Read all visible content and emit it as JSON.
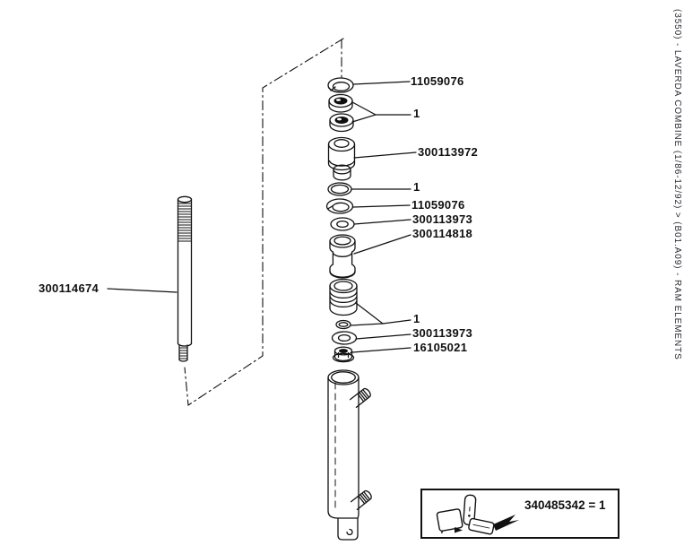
{
  "page": {
    "background_color": "#ffffff",
    "ink_color": "#111111"
  },
  "sidebar": {
    "breadcrumb": "(3550) - LAVERDA COMBINE (1/86-12/92) > (B01.A09) - RAM ELEMENTS"
  },
  "diagram": {
    "part_labels": {
      "lock_washer_top": "11059076",
      "seal_cups_qty": "1",
      "gland": "300113972",
      "oring_qty": "1",
      "lock_washer_mid": "11059076",
      "washer_upper": "300113973",
      "spacer": "300114818",
      "piston_seal_qty": "1",
      "washer_lower": "300113973",
      "nut": "16105021",
      "rod": "300114674"
    },
    "kit_label": "340485342 = 1"
  }
}
